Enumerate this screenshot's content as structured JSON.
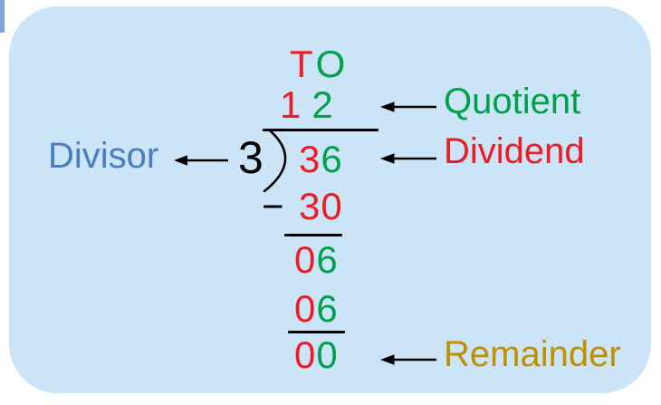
{
  "colors": {
    "page_bg": "#ffffff",
    "panel_bg": "#cbe4f7",
    "strip": "#7da4d9",
    "red": "#ed1c24",
    "green": "#00a14b",
    "blue": "#4a7ebf",
    "gold": "#bf9000",
    "ink": "#000000"
  },
  "labels": {
    "divisor": "Divisor",
    "quotient": "Quotient",
    "dividend": "Dividend",
    "remainder": "Remainder"
  },
  "place_values": {
    "tens": "T",
    "ones": "O"
  },
  "problem": {
    "divisor": "3",
    "minus_sign": "−",
    "quotient": {
      "tens": "1",
      "ones": "2"
    },
    "dividend": {
      "tens": "3",
      "ones": "6"
    },
    "step1_subtract": {
      "tens": "3",
      "ones": "0"
    },
    "step1_result": {
      "tens": "0",
      "ones": "6"
    },
    "step2_subtract": {
      "tens": "0",
      "ones": "6"
    },
    "remainder": {
      "tens": "0",
      "ones": "0"
    }
  }
}
